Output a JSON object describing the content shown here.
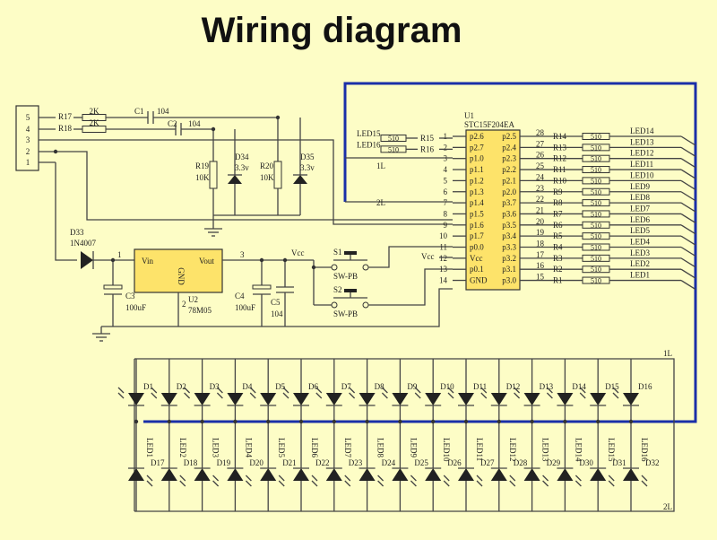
{
  "title": "Wiring diagram",
  "connector": {
    "pins": [
      "5",
      "4",
      "3",
      "2",
      "1"
    ]
  },
  "resistors_left": [
    {
      "label": "R17",
      "value": "2K"
    },
    {
      "label": "R18",
      "value": "2K"
    }
  ],
  "caps_top": [
    {
      "label": "C1",
      "value": "104"
    },
    {
      "label": "C2",
      "value": "104"
    }
  ],
  "zener_refs": [
    {
      "r": "R19",
      "rv": "10K",
      "d": "D34",
      "dv": "3.3v"
    },
    {
      "r": "R20",
      "rv": "10K",
      "d": "D35",
      "dv": "3.3v"
    }
  ],
  "power": {
    "diode": "D33",
    "diode_value": "1N4007",
    "reg_vin": "Vin",
    "reg_vout": "Vout",
    "reg_gnd": "GND",
    "reg_ref": "U2",
    "reg_value": "78M05",
    "pin1": "1",
    "pin2": "2",
    "pin3": "3",
    "c3": "C3",
    "c3v": "100uF",
    "c4": "C4",
    "c4v": "100uF",
    "c5": "C5",
    "c5v": "104",
    "vcc": "Vcc"
  },
  "switches": [
    {
      "label": "S1",
      "type": "SW-PB"
    },
    {
      "label": "S2",
      "type": "SW-PB"
    }
  ],
  "mcu": {
    "ref": "U1",
    "part": "STC15F204EA",
    "left_nums": [
      "1",
      "2",
      "3",
      "4",
      "5",
      "6",
      "7",
      "8",
      "9",
      "10",
      "11",
      "12",
      "13",
      "14"
    ],
    "left_pins": [
      "p2.6",
      "p2.7",
      "p1.0",
      "p1.1",
      "p1.2",
      "p1.3",
      "p1.4",
      "p1.5",
      "p1.6",
      "p1.7",
      "p0.0",
      "Vcc",
      "p0.1",
      "GND"
    ],
    "right_nums": [
      "28",
      "27",
      "26",
      "25",
      "24",
      "23",
      "22",
      "21",
      "20",
      "19",
      "18",
      "17",
      "16",
      "15"
    ],
    "right_pins": [
      "p2.5",
      "p2.4",
      "p2.3",
      "p2.2",
      "p2.1",
      "p2.0",
      "p3.7",
      "p3.6",
      "p3.5",
      "p3.4",
      "p3.3",
      "p3.2",
      "p3.1",
      "p3.0"
    ]
  },
  "left_leds": [
    {
      "led": "LED15",
      "r": "R15",
      "v": "510"
    },
    {
      "led": "LED16",
      "r": "R16",
      "v": "510"
    }
  ],
  "line_labels": {
    "l1": "1L",
    "l2": "2L",
    "vcc": "Vcc"
  },
  "right_rows": [
    {
      "r": "R14",
      "v": "510",
      "led": "LED14"
    },
    {
      "r": "R13",
      "v": "510",
      "led": "LED13"
    },
    {
      "r": "R12",
      "v": "510",
      "led": "LED12"
    },
    {
      "r": "R11",
      "v": "510",
      "led": "LED11"
    },
    {
      "r": "R10",
      "v": "510",
      "led": "LED10"
    },
    {
      "r": "R9",
      "v": "510",
      "led": "LED9"
    },
    {
      "r": "R8",
      "v": "510",
      "led": "LED8"
    },
    {
      "r": "R7",
      "v": "510",
      "led": "LED7"
    },
    {
      "r": "R6",
      "v": "510",
      "led": "LED6"
    },
    {
      "r": "R5",
      "v": "510",
      "led": "LED5"
    },
    {
      "r": "R4",
      "v": "510",
      "led": "LED4"
    },
    {
      "r": "R3",
      "v": "510",
      "led": "LED3"
    },
    {
      "r": "R2",
      "v": "510",
      "led": "LED2"
    },
    {
      "r": "R1",
      "v": "510",
      "led": "LED1"
    }
  ],
  "top_diodes": [
    "D1",
    "D2",
    "D3",
    "D4",
    "D5",
    "D6",
    "D7",
    "D8",
    "D9",
    "D10",
    "D11",
    "D12",
    "D13",
    "D14",
    "D15",
    "D16"
  ],
  "bottom_diodes": [
    "D17",
    "D18",
    "D19",
    "D20",
    "D21",
    "D22",
    "D23",
    "D24",
    "D25",
    "D26",
    "D27",
    "D28",
    "D29",
    "D30",
    "D31",
    "D32"
  ],
  "column_leds": [
    "LED1",
    "LED2",
    "LED3",
    "LED4",
    "LED5",
    "LED6",
    "LED7",
    "LED8",
    "LED9",
    "LED10",
    "LED11",
    "LED12",
    "LED13",
    "LED14",
    "LED15",
    "LED16"
  ],
  "colors": {
    "background": "#fdfdc6",
    "bus": "#1a2fa8",
    "wire": "#444444",
    "text": "#222222"
  }
}
